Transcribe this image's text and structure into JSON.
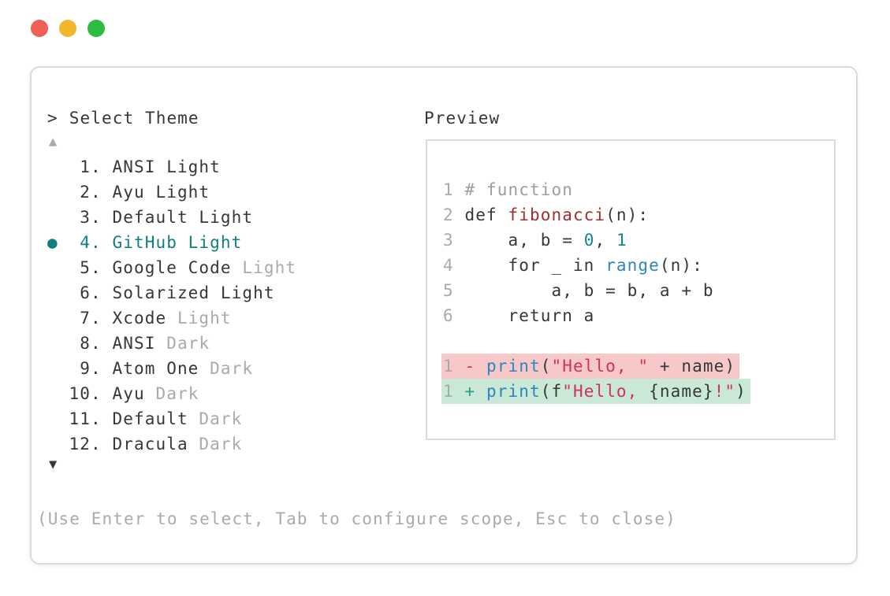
{
  "window": {
    "traffic_lights": [
      {
        "name": "close",
        "color": "#ef6157"
      },
      {
        "name": "minimize",
        "color": "#f2b62c"
      },
      {
        "name": "zoom",
        "color": "#2abd3f"
      }
    ]
  },
  "picker": {
    "prompt": ">",
    "title": "Select Theme",
    "scroll_up": "▲",
    "scroll_down": "▼",
    "items": [
      {
        "number": "1.",
        "label": "ANSI Light",
        "muted": "",
        "selected": false
      },
      {
        "number": "2.",
        "label": "Ayu Light",
        "muted": "",
        "selected": false
      },
      {
        "number": "3.",
        "label": "Default Light",
        "muted": "",
        "selected": false
      },
      {
        "number": "4.",
        "label": "GitHub Light",
        "muted": "",
        "selected": true
      },
      {
        "number": "5.",
        "label": "Google Code",
        "muted": " Light",
        "selected": false
      },
      {
        "number": "6.",
        "label": "Solarized Light",
        "muted": "",
        "selected": false
      },
      {
        "number": "7.",
        "label": "Xcode",
        "muted": " Light",
        "selected": false
      },
      {
        "number": "8.",
        "label": "ANSI",
        "muted": " Dark",
        "selected": false
      },
      {
        "number": "9.",
        "label": "Atom One",
        "muted": " Dark",
        "selected": false
      },
      {
        "number": "10.",
        "label": "Ayu",
        "muted": " Dark",
        "selected": false
      },
      {
        "number": "11.",
        "label": "Default",
        "muted": " Dark",
        "selected": false
      },
      {
        "number": "12.",
        "label": "Dracula",
        "muted": " Dark",
        "selected": false
      }
    ],
    "hint": "(Use Enter to select, Tab to configure scope, Esc to close)"
  },
  "preview": {
    "label": "Preview",
    "code_lines": [
      {
        "num": "1",
        "tokens": [
          [
            "comment",
            "# function"
          ]
        ]
      },
      {
        "num": "2",
        "tokens": [
          [
            "default",
            "def "
          ],
          [
            "func",
            "fibonacci"
          ],
          [
            "default",
            "(n):"
          ]
        ]
      },
      {
        "num": "3",
        "tokens": [
          [
            "default",
            "    a, b = "
          ],
          [
            "numlit",
            "0"
          ],
          [
            "default",
            ", "
          ],
          [
            "numlit",
            "1"
          ]
        ]
      },
      {
        "num": "4",
        "tokens": [
          [
            "default",
            "    for _ in "
          ],
          [
            "call",
            "range"
          ],
          [
            "default",
            "(n):"
          ]
        ]
      },
      {
        "num": "5",
        "tokens": [
          [
            "default",
            "        a, b = b, a + b"
          ]
        ]
      },
      {
        "num": "6",
        "tokens": [
          [
            "default",
            "    return a"
          ]
        ]
      }
    ],
    "diff_lines": [
      {
        "num": "1",
        "kind": "del",
        "tokens": [
          [
            "del",
            "- "
          ],
          [
            "call",
            "print"
          ],
          [
            "default",
            "("
          ],
          [
            "str",
            "\"Hello, \""
          ],
          [
            "default",
            " + name)"
          ]
        ]
      },
      {
        "num": "1",
        "kind": "add",
        "tokens": [
          [
            "add",
            "+ "
          ],
          [
            "call",
            "print"
          ],
          [
            "default",
            "(f"
          ],
          [
            "str",
            "\"Hello, "
          ],
          [
            "default",
            "{name}"
          ],
          [
            "str",
            "!\""
          ],
          [
            "default",
            ")"
          ]
        ]
      }
    ]
  },
  "colors": {
    "ink": "#34383b",
    "muted": "#a9aaab",
    "selected": "#107e80",
    "comment": "#9ca095",
    "func": "#a32d2d",
    "numlit": "#13858b",
    "call": "#2e85c0",
    "str": "#d23256",
    "del": "#d23d4b",
    "add": "#279d87",
    "del_bg": "#f7c8c8",
    "add_bg": "#c9e8d6",
    "border": "#dadada"
  }
}
